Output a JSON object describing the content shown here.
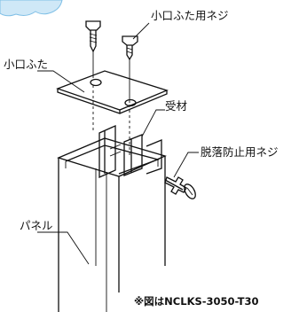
{
  "labels": {
    "cover_screw": "小口ふた用ネジ",
    "end_cover": "小口ふた",
    "receiver": "受材",
    "antifall_screw": "脱落防止用ネジ",
    "panel": "パネル"
  },
  "footnote": "※図はNCLKS-3050-T30",
  "colors": {
    "accent_cloud": "#cfe8f7",
    "line": "#111111"
  }
}
